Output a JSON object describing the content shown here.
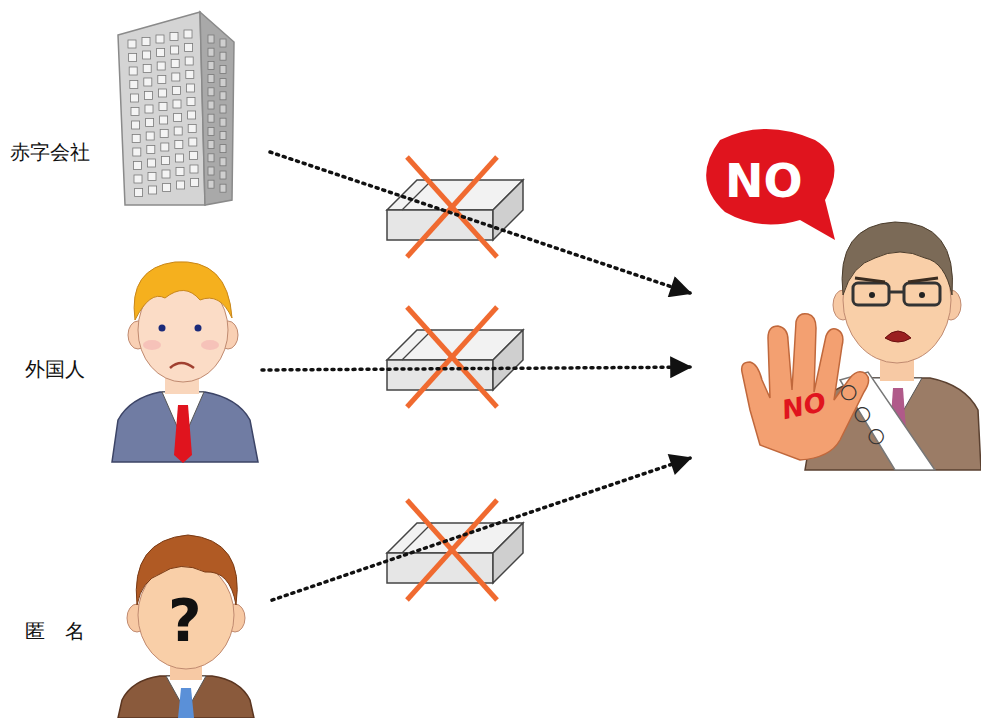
{
  "diagram": {
    "nodes": [
      {
        "text": [
          "赤字会社"
        ]
      },
      {
        "text": [
          "外国人"
        ]
      },
      {
        "text": [
          "匿　名"
        ]
      },
      {
        "text": [
          "NO"
        ]
      },
      {
        "text": [
          "NO",
          "○○○"
        ]
      }
    ],
    "edges": [
      {
        "from": 0,
        "to": 4,
        "arrow": "to"
      },
      {
        "from": 1,
        "to": 4,
        "arrow": "to"
      },
      {
        "from": 2,
        "to": 4,
        "arrow": "to"
      }
    ],
    "labels": [
      "?"
    ]
  }
}
